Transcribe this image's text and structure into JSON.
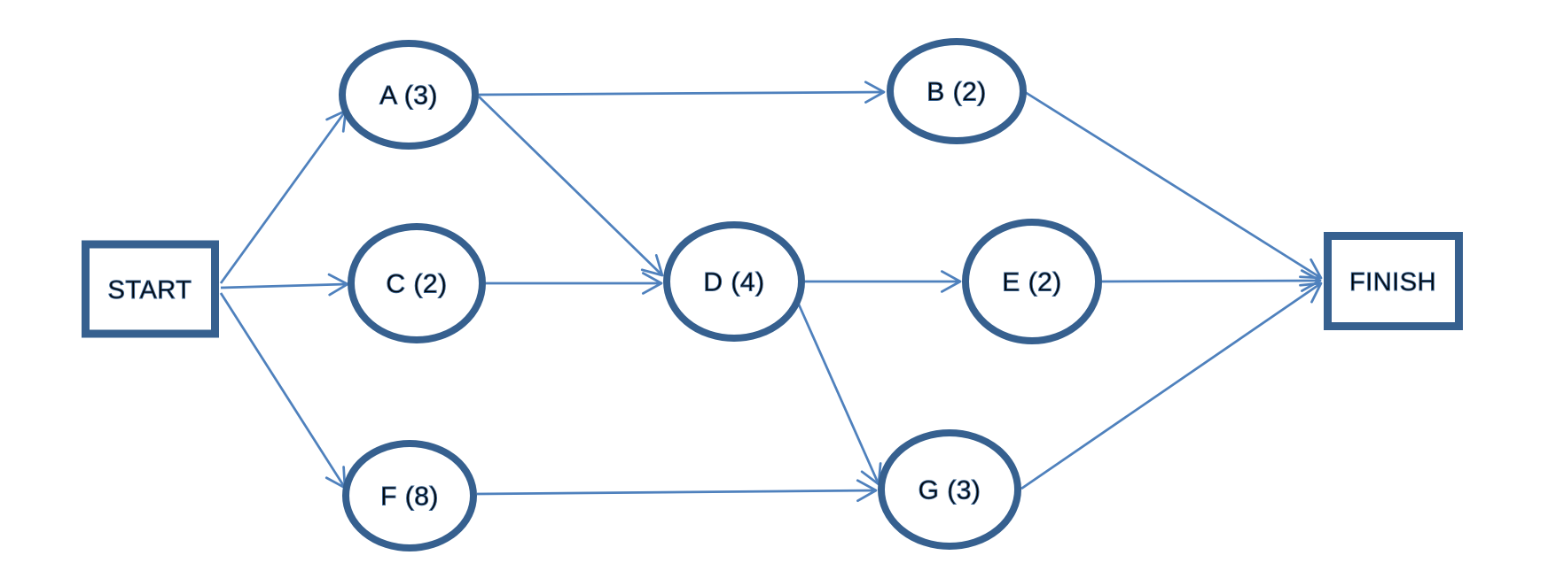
{
  "diagram": {
    "type": "project-network-diagram",
    "background": "#ffffff",
    "colors": {
      "node_border": "#36608F",
      "edge_line": "#4F81BD",
      "label_text": "#000000"
    },
    "nodes": [
      {
        "id": "START",
        "label": "START",
        "shape": "rectangle"
      },
      {
        "id": "A",
        "label": "A (3)",
        "shape": "ellipse",
        "duration": 3
      },
      {
        "id": "C",
        "label": "C (2)",
        "shape": "ellipse",
        "duration": 2
      },
      {
        "id": "F",
        "label": "F (8)",
        "shape": "ellipse",
        "duration": 8
      },
      {
        "id": "D",
        "label": "D (4)",
        "shape": "ellipse",
        "duration": 4
      },
      {
        "id": "B",
        "label": "B (2)",
        "shape": "ellipse",
        "duration": 2
      },
      {
        "id": "E",
        "label": "E (2)",
        "shape": "ellipse",
        "duration": 2
      },
      {
        "id": "G",
        "label": "G (3)",
        "shape": "ellipse",
        "duration": 3
      },
      {
        "id": "FINISH",
        "label": "FINISH",
        "shape": "rectangle"
      }
    ],
    "edges": [
      {
        "from": "START",
        "to": "A"
      },
      {
        "from": "START",
        "to": "C"
      },
      {
        "from": "START",
        "to": "F"
      },
      {
        "from": "A",
        "to": "B"
      },
      {
        "from": "A",
        "to": "D"
      },
      {
        "from": "C",
        "to": "D"
      },
      {
        "from": "D",
        "to": "E"
      },
      {
        "from": "D",
        "to": "G"
      },
      {
        "from": "F",
        "to": "G"
      },
      {
        "from": "B",
        "to": "FINISH"
      },
      {
        "from": "E",
        "to": "FINISH"
      },
      {
        "from": "G",
        "to": "FINISH"
      }
    ]
  }
}
